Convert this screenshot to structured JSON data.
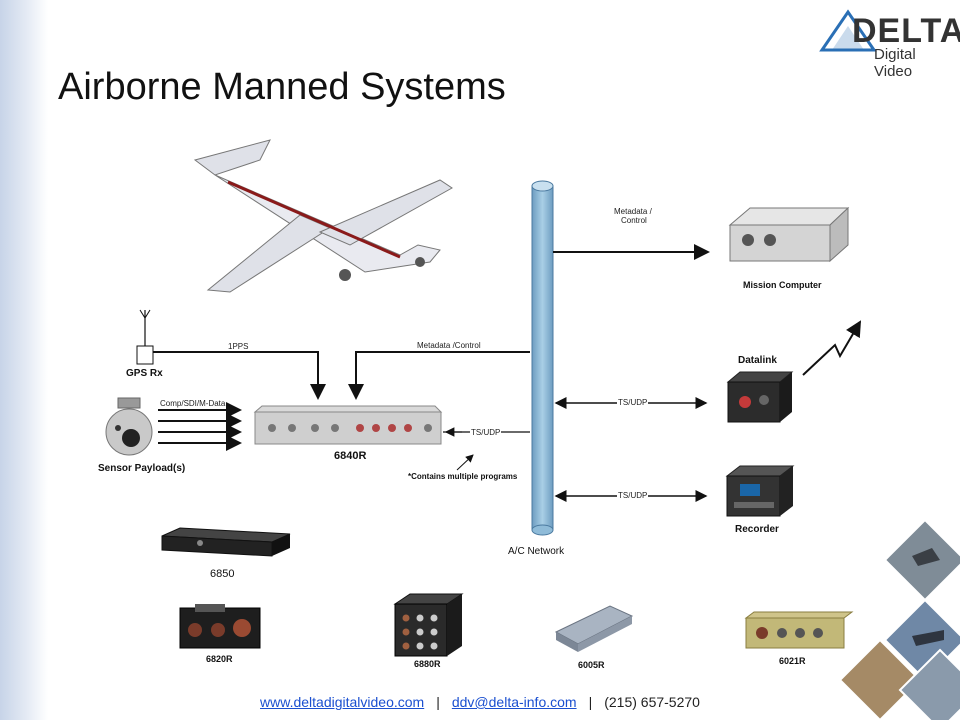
{
  "slide": {
    "title": "Airborne Manned Systems",
    "logo": {
      "word": "DELTA",
      "sub": "Digital Video"
    }
  },
  "labels": {
    "gps": "GPS Rx",
    "pps": "1PPS",
    "comp": "Comp/SDI/M-Data",
    "sensor": "Sensor Payload(s)",
    "unit_6840r": "6840R",
    "metadata_control": "Metadata /Control",
    "ts_udp_6840r": "TS/UDP",
    "contains_multiple": "*Contains multiple programs",
    "network": "A/C Network",
    "metadata_control_2_l1": "Metadata /",
    "metadata_control_2_l2": "Control",
    "mission_computer": "Mission Computer",
    "datalink": "Datalink",
    "ts_udp_datalink": "TS/UDP",
    "ts_udp_recorder": "TS/UDP",
    "recorder": "Recorder",
    "unit_6850": "6850",
    "unit_6820r": "6820R",
    "unit_6880r": "6880R",
    "unit_6005r": "6005R",
    "unit_6021r": "6021R"
  },
  "footer": {
    "website": "www.deltadigitalvideo.com",
    "email": "ddv@delta-info.com",
    "phone": "(215) 657-5270",
    "separator": "|"
  },
  "colors": {
    "network_pipe": "#8fbbd8",
    "footer_link": "#1a4fd0",
    "side_gradient": "#c7d4e8"
  }
}
